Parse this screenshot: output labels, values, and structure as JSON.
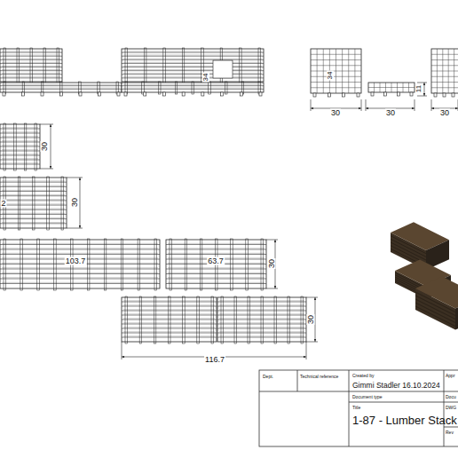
{
  "diagram": {
    "title": "1-87 - Lumber Stack",
    "labels": [
      "34",
      "34",
      "11",
      "30",
      "30",
      "30",
      "30",
      "30",
      "2",
      "103.7",
      "63.7",
      "30",
      "30",
      "116.7",
      "Dept.",
      "Technical reference",
      "Created by",
      "Appr",
      "Gimmi Stadler  16.10.2024",
      "Document type",
      "Docu",
      "Title",
      "DWG",
      "Rev"
    ]
  }
}
